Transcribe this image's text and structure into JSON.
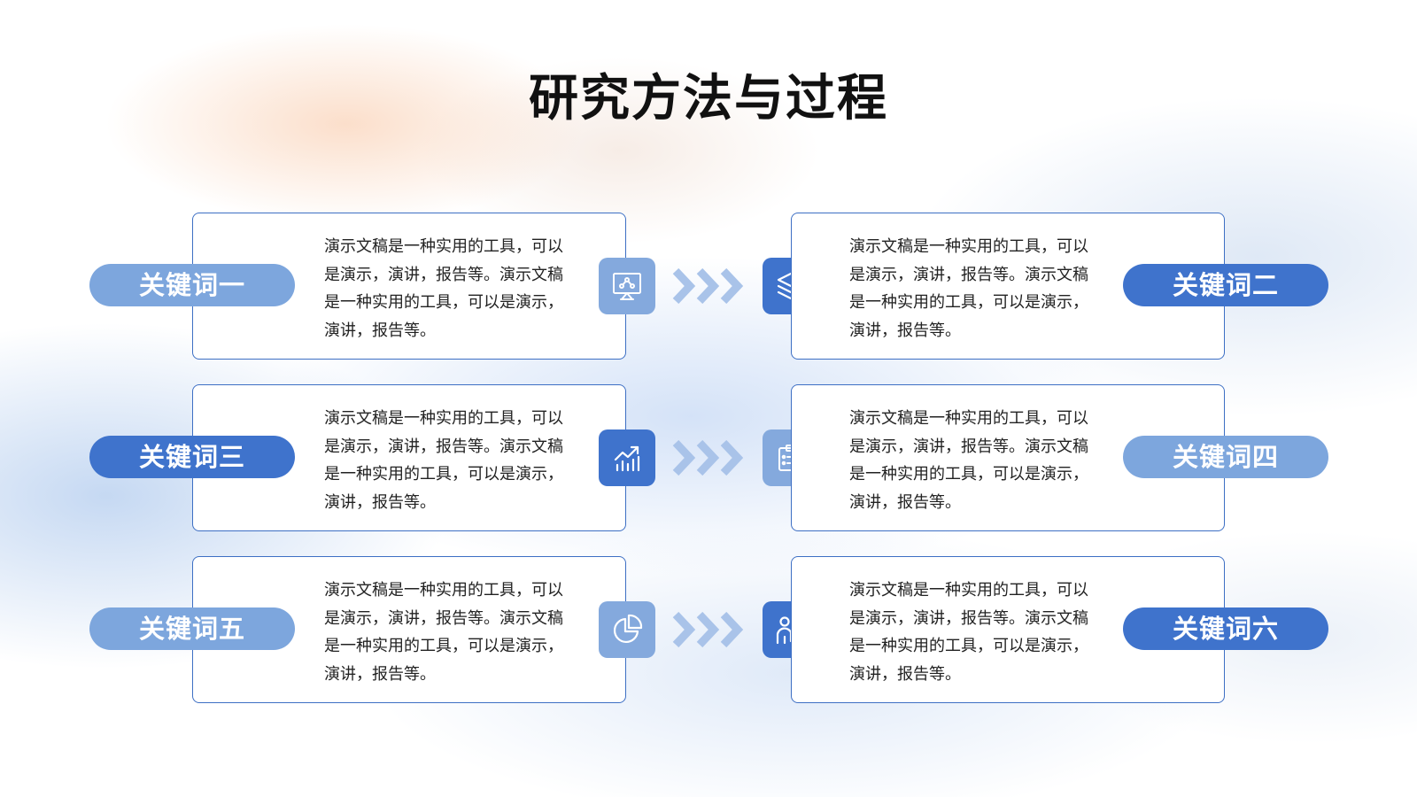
{
  "slide": {
    "title": "研究方法与过程",
    "colors": {
      "accent_dark": "#3f73cc",
      "accent_light": "#7da6dd",
      "border": "#3d6fc4",
      "arrow": "#a9c3e9"
    },
    "rows": [
      {
        "left": {
          "keyword": "关键词一",
          "text": "演示文稿是一种实用的工具，可以是演示，演讲，报告等。演示文稿是一种实用的工具，可以是演示，演讲，报告等。",
          "icon": "presentation-network-icon",
          "pill_style": "light",
          "icon_style": "light"
        },
        "right": {
          "keyword": "关键词二",
          "text": "演示文稿是一种实用的工具，可以是演示，演讲，报告等。演示文稿是一种实用的工具，可以是演示，演讲，报告等。",
          "icon": "layers-icon",
          "pill_style": "dark",
          "icon_style": "dark"
        }
      },
      {
        "left": {
          "keyword": "关键词三",
          "text": "演示文稿是一种实用的工具，可以是演示，演讲，报告等。演示文稿是一种实用的工具，可以是演示，演讲，报告等。",
          "icon": "bar-chart-trend-icon",
          "pill_style": "dark",
          "icon_style": "dark"
        },
        "right": {
          "keyword": "关键词四",
          "text": "演示文稿是一种实用的工具，可以是演示，演讲，报告等。演示文稿是一种实用的工具，可以是演示，演讲，报告等。",
          "icon": "clipboard-list-icon",
          "pill_style": "light",
          "icon_style": "light"
        }
      },
      {
        "left": {
          "keyword": "关键词五",
          "text": "演示文稿是一种实用的工具，可以是演示，演讲，报告等。演示文稿是一种实用的工具，可以是演示，演讲，报告等。",
          "icon": "pie-chart-icon",
          "pill_style": "light",
          "icon_style": "light"
        },
        "right": {
          "keyword": "关键词六",
          "text": "演示文稿是一种实用的工具，可以是演示，演讲，报告等。演示文稿是一种实用的工具，可以是演示，演讲，报告等。",
          "icon": "team-icon",
          "pill_style": "dark",
          "icon_style": "dark"
        }
      }
    ]
  }
}
